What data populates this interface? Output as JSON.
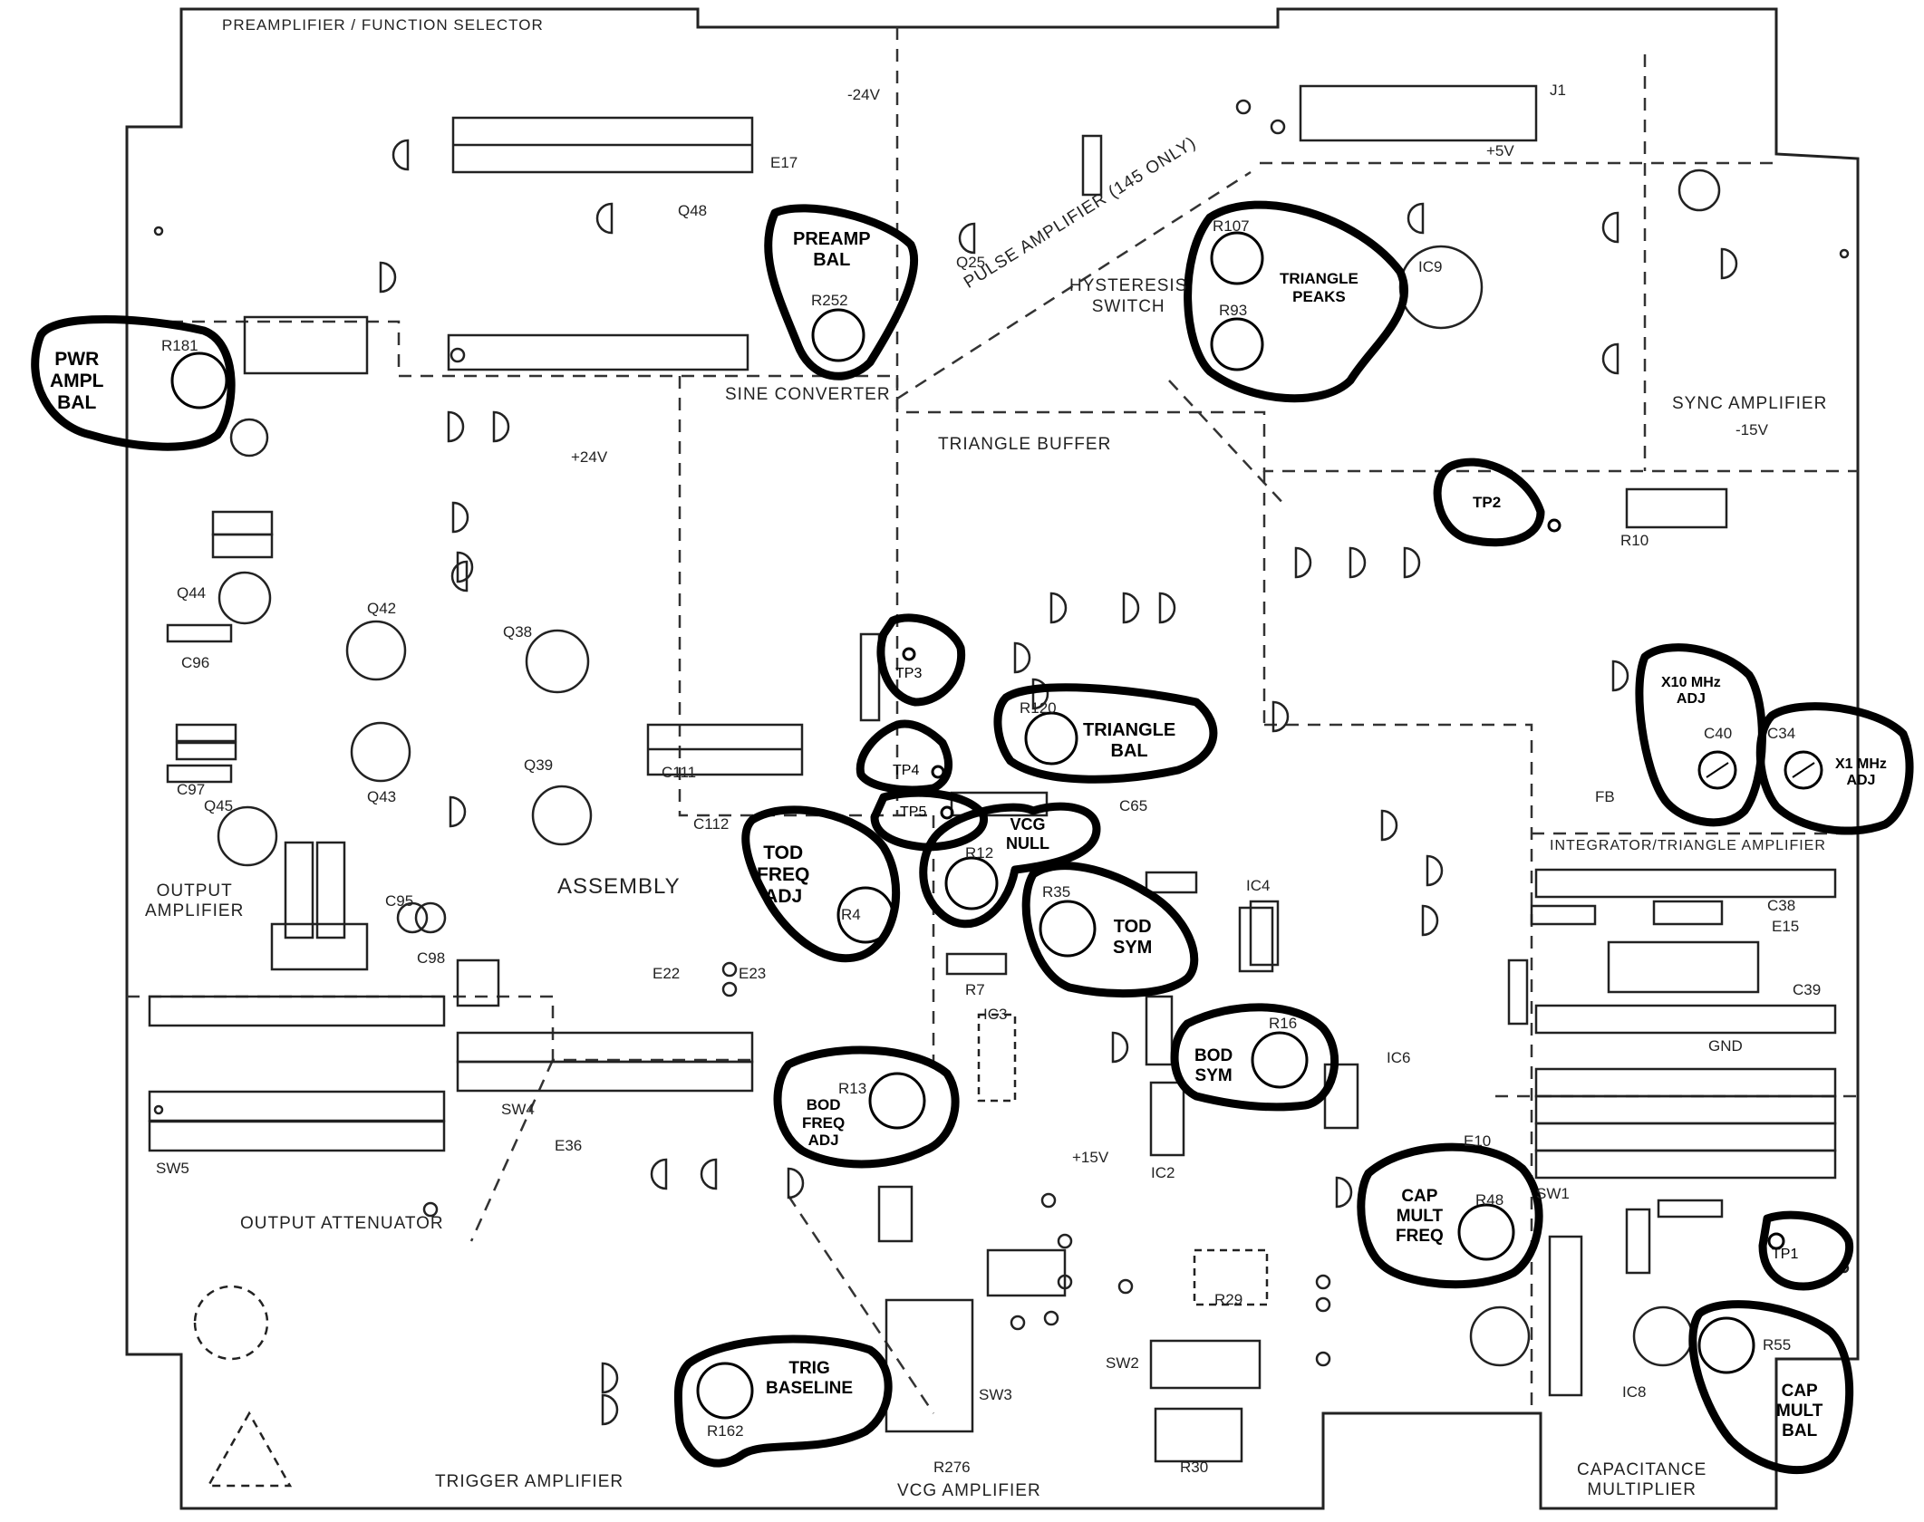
{
  "sections": {
    "preamp": "PREAMPLIFIER / FUNCTION SELECTOR",
    "pulse": "PULSE AMPLIFIER (145 ONLY)",
    "hysteresis": "HYSTERESIS\nSWITCH",
    "sine": "SINE CONVERTER",
    "triangle_buffer": "TRIANGLE BUFFER",
    "sync": "SYNC AMPLIFIER",
    "integrator": "INTEGRATOR/TRIANGLE AMPLIFIER",
    "output_amp": "OUTPUT\nAMPLIFIER",
    "assembly": "ASSEMBLY",
    "output_att": "OUTPUT ATTENUATOR",
    "trigger_amp": "TRIGGER AMPLIFIER",
    "vcg_amp": "VCG AMPLIFIER",
    "cap_mult": "CAPACITANCE\nMULTIPLIER"
  },
  "callouts": {
    "pwr_ampl_bal": "PWR\nAMPL\nBAL",
    "preamp_bal": "PREAMP\nBAL",
    "triangle_peaks": "TRIANGLE\nPEAKS",
    "tp2": "TP2",
    "tp3": "TP3",
    "tp4": "TP4",
    "tp5": "TP5",
    "triangle_bal": "TRIANGLE\nBAL",
    "vcg_null": "VCG\nNULL",
    "tod_freq_adj": "TOD\nFREQ\nADJ",
    "tod_sym": "TOD\nSYM",
    "bod_sym": "BOD\nSYM",
    "bod_freq_adj": "BOD\nFREQ\nADJ",
    "cap_mult_freq": "CAP\nMULT\nFREQ",
    "tp1": "TP1",
    "cap_mult_bal": "CAP\nMULT\nBAL",
    "trig_baseline": "TRIG\nBASELINE",
    "x10mhz_adj": "X10 MHz\nADJ",
    "x1mhz_adj": "X1 MHz\nADJ"
  },
  "pots": {
    "r181": "R181",
    "r252": "R252",
    "r107": "R107",
    "r93": "R93",
    "r120": "R120",
    "r12": "R12",
    "r4": "R4",
    "r35": "R35",
    "r16": "R16",
    "r13": "R13",
    "r48": "R48",
    "r55": "R55",
    "r162": "R162",
    "c40": "C40",
    "c34": "C34"
  },
  "labels": {
    "c111": "C111",
    "c112": "C112",
    "c65": "C65",
    "c95": "C95",
    "c98": "C98",
    "q45": "Q45",
    "q44": "Q44",
    "q42": "Q42",
    "q43": "Q43",
    "q38": "Q38",
    "q39": "Q39",
    "q48": "Q48",
    "q25": "Q25",
    "ic9": "IC9",
    "ic4": "IC4",
    "ic6": "IC6",
    "ic2": "IC2",
    "ic3": "IC3",
    "ic8": "IC8",
    "e17": "E17",
    "e10": "E10",
    "e15": "E15",
    "e22": "E22",
    "e23": "E23",
    "e36": "E36",
    "sw1": "SW1",
    "sw2": "SW2",
    "sw3": "SW3",
    "sw4": "SW4",
    "sw5": "SW5",
    "j1": "J1",
    "r30": "R30",
    "r10": "R10",
    "r7": "R7",
    "r29": "R29",
    "r276": "R276",
    "c39": "C39",
    "c38": "C38",
    "c96": "C96",
    "c97": "C97",
    "plus24v": "+24V",
    "minus24v": "-24V",
    "plus5v": "+5V",
    "minus15v": "-15V",
    "plus15v": "+15V",
    "gnd": "GND",
    "fb": "FB"
  }
}
